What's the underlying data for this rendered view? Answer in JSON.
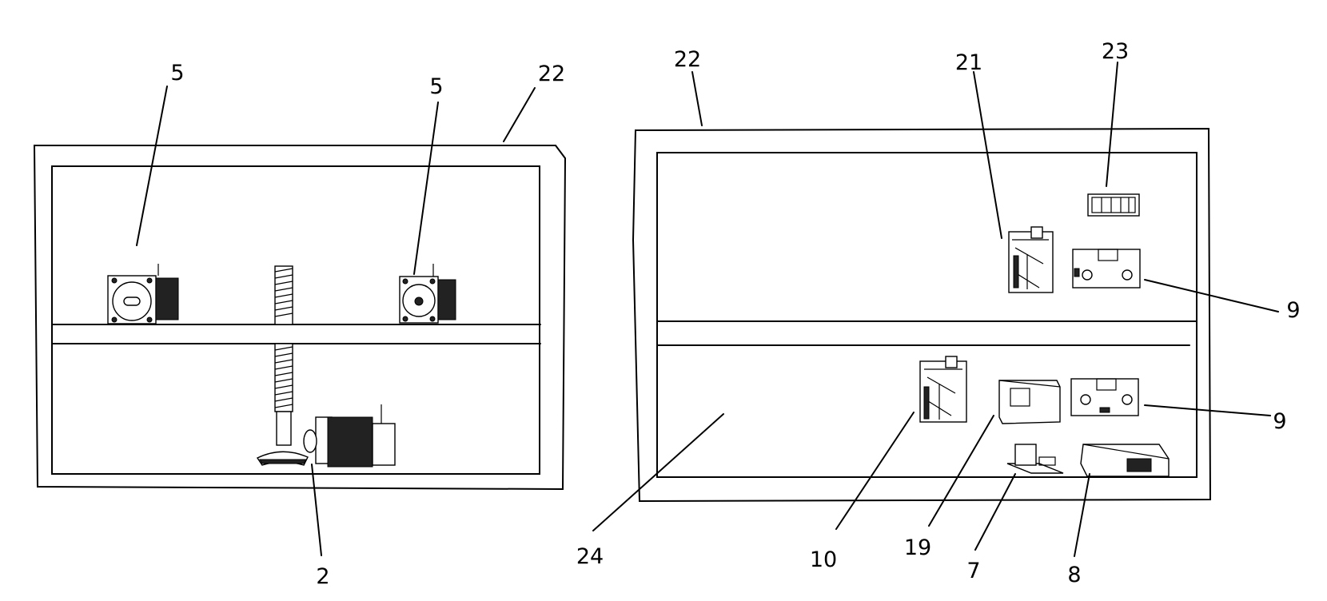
{
  "left_view": {
    "cabinet_label": "22",
    "callouts": {
      "motor_a": "5",
      "motor_b": "5",
      "lower_motor": "2"
    }
  },
  "right_view": {
    "cabinet_label": "22",
    "callouts": {
      "component_21": "21",
      "component_23": "23",
      "board_upper": "9",
      "board_lower": "9",
      "board_10": "10",
      "module_19": "19",
      "module_7": "7",
      "module_8": "8",
      "panel_24": "24"
    }
  }
}
